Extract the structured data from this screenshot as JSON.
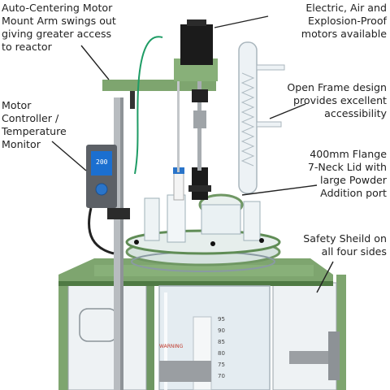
{
  "image": {
    "subject": "Jacketed glass reactor system in a green frame",
    "colors": {
      "frame_green": "#7ea56f",
      "frame_dark": "#4f7a44",
      "steel": "#b8bcc0",
      "glass": "#dfe8ee",
      "motor_black": "#1b1b1b",
      "controller_gray": "#5c6066",
      "screen_blue": "#1b6fd0",
      "background": "#ffffff"
    }
  },
  "labels": {
    "arm": "Auto-Centering Motor\nMount Arm swings out\ngiving greater access\nto reactor",
    "motors": "Electric, Air and\nExplosion-Proof\nmotors available",
    "frame": "Open Frame design\nprovides excellent\naccessibility",
    "controller": "Motor\nController /\nTemperature\nMonitor",
    "lid": "400mm Flange\n7-Neck Lid with\nlarge Powder\nAddition port",
    "shield": "Safety Sheild on\nall four sides"
  },
  "screen": {
    "readout": "200"
  },
  "vessel": {
    "scale_marks": [
      "95",
      "90",
      "85",
      "80",
      "75",
      "70"
    ]
  },
  "warning_tag": {
    "text": "WARNING"
  }
}
